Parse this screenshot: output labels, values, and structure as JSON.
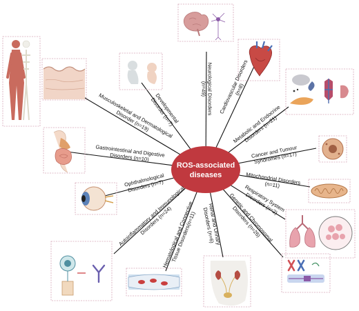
{
  "center": {
    "line1": "ROS-associated",
    "line2": "diseases",
    "color": "#c0393f"
  },
  "categories": [
    {
      "id": "neurological",
      "lines": [
        "Neurological Disorders",
        "(n=49)"
      ],
      "icon": "brain-neuron-icon"
    },
    {
      "id": "cardiovascular",
      "lines": [
        "Cardiovascular Disorders",
        "(n=8)"
      ],
      "icon": "heart-icon"
    },
    {
      "id": "metabolic",
      "lines": [
        "Metabolic and Endocrine",
        "Disorders (n=21)"
      ],
      "icon": "endocrine-organs-icon"
    },
    {
      "id": "cancer",
      "lines": [
        "Cancer and Tumour",
        "Syndromes (n=17)"
      ],
      "icon": "tumour-cell-icon"
    },
    {
      "id": "mitochondrial",
      "lines": [
        "Mitochondrial Disorders",
        "(n=11)"
      ],
      "icon": "mitochondrion-icon"
    },
    {
      "id": "respiratory",
      "lines": [
        "Respiratory System",
        "Disorders (n=2)"
      ],
      "icon": "lungs-icon"
    },
    {
      "id": "genetic",
      "lines": [
        "Genetic and Chromosomal",
        "Disorders (n=26)"
      ],
      "icon": "chromosome-icon"
    },
    {
      "id": "renal",
      "lines": [
        "Renal and Urinary",
        "Disorders (n=6)"
      ],
      "icon": "kidneys-icon"
    },
    {
      "id": "hematological",
      "lines": [
        "Hematological and Connective",
        "Tissue Disorders(n=11)"
      ],
      "icon": "blood-vessel-icon"
    },
    {
      "id": "autoinflammatory",
      "lines": [
        "Autoinflammatory and Immunological",
        "Disorders (n=24)"
      ],
      "icon": "immune-cell-antibody-icon"
    },
    {
      "id": "ophthalmological",
      "lines": [
        "Ophthalmological",
        "Disorders (n=7)"
      ],
      "icon": "eye-icon"
    },
    {
      "id": "gastrointestinal",
      "lines": [
        "Gastrointestinal and Digestive",
        "Disorders (n=10)"
      ],
      "icon": "digestive-tract-icon"
    },
    {
      "id": "musculoskeletal",
      "lines": [
        "Musculoskeletal and Dermatological",
        "Disorder (n=19)"
      ],
      "icon": "muscle-skin-icon"
    },
    {
      "id": "developmental",
      "lines": [
        "Developmental",
        "Disorder (n=7)"
      ],
      "icon": "fetus-icon"
    }
  ]
}
